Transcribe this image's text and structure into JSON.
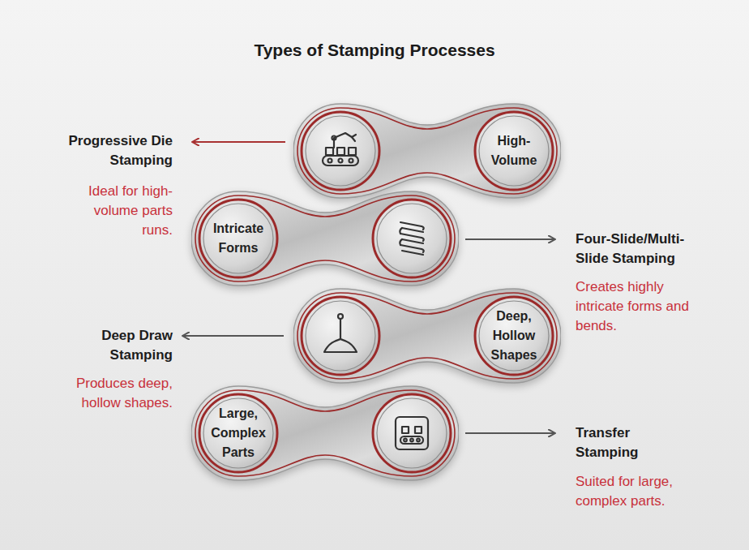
{
  "diagram": {
    "title": "Types of Stamping Processes",
    "nodes": [
      {
        "text": [
          "High-Volume"
        ]
      },
      {
        "text": [
          "Intricate Forms"
        ]
      },
      {
        "text": [
          "Deep, Hollow Shapes"
        ]
      },
      {
        "text": [
          "Large, Complex Parts"
        ]
      }
    ],
    "labels": [
      "Progressive Die Stamping",
      "Ideal for high-volume parts runs.",
      "Four-Slide/Multi-Slide Stamping",
      "Creates highly intricate forms and bends.",
      "Deep Draw Stamping",
      "Produces deep, hollow shapes.",
      "Transfer Stamping",
      "Suited for large, complex parts."
    ]
  }
}
